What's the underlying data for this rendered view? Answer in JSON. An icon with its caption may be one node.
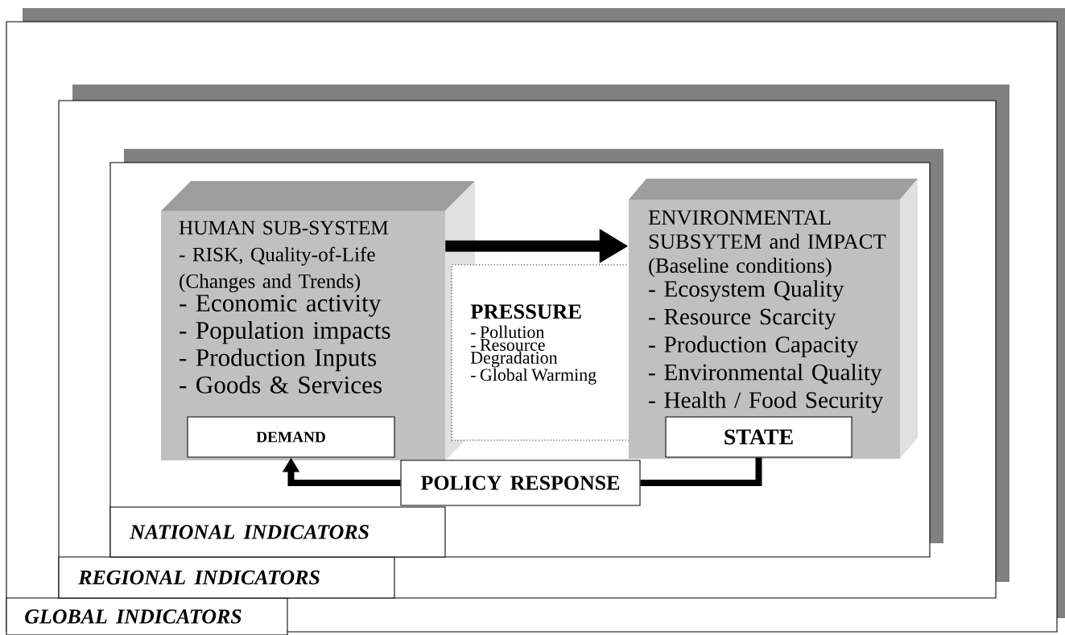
{
  "diagram": {
    "nodes": [
      {
        "text": [
          "GLOBAL INDICATORS"
        ]
      },
      {
        "text": [
          "REGIONAL INDICATORS"
        ],
        "in": 0
      },
      {
        "text": [
          "NATIONAL INDICATORS"
        ],
        "in": 1
      },
      {
        "text": [
          "HUMAN SUB-SYSTEM - RISK, Quality-of-Life (Changes and Trends)",
          "- Economic activity",
          "- Population impacts",
          "- Production Inputs",
          "- Goods & Services"
        ],
        "in": 2
      },
      {
        "text": [
          "DEMAND"
        ],
        "in": 3
      },
      {
        "text": [
          "PRESSURE",
          "- Pollution",
          "- Resource Degradation",
          "- Global Warming"
        ],
        "in": 2
      },
      {
        "text": [
          "ENVIRONMENTAL SUBSYTEM and IMPACT (Baseline conditions)",
          "- Ecosystem Quality",
          "- Resource Scarcity",
          "- Production Capacity",
          "- Environmental Quality",
          "- Health / Food Security"
        ],
        "in": 2
      },
      {
        "text": [
          "STATE"
        ],
        "in": 6
      },
      {
        "text": [
          "POLICY RESPONSE"
        ],
        "in": 2
      }
    ],
    "edges": [
      {
        "from": 3,
        "to": 6,
        "arrow": "to"
      },
      {
        "from": 7,
        "to": 8,
        "arrow": "none"
      },
      {
        "from": 8,
        "to": 4,
        "arrow": "to"
      }
    ]
  }
}
